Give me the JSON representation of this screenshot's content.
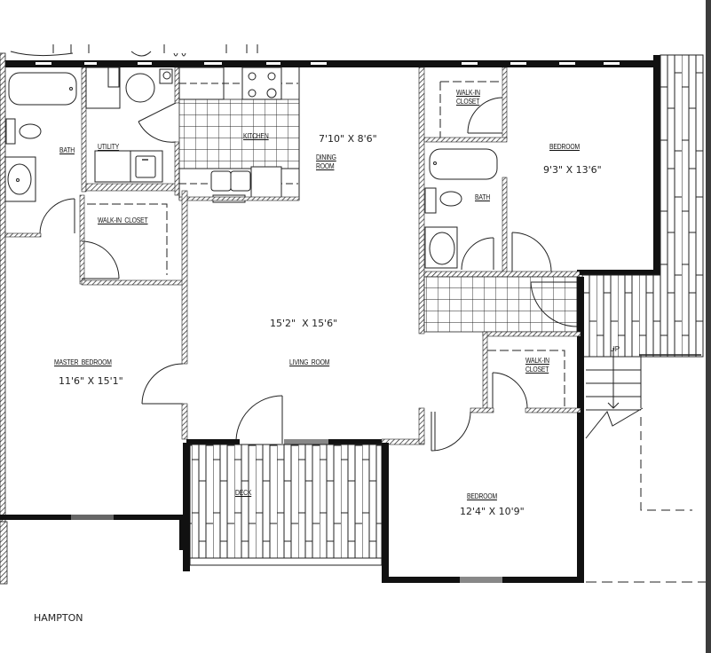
{
  "plan": {
    "title": "HAMPTON",
    "rooms": [
      {
        "id": "bath-master",
        "label": "BATH",
        "dimensions": ""
      },
      {
        "id": "utility",
        "label": "UTILITY",
        "dimensions": ""
      },
      {
        "id": "kitchen",
        "label": "KITCHEN",
        "dimensions": ""
      },
      {
        "id": "dining-room",
        "label": "DINING\nROOM",
        "dimensions": "7'10\" X 8'6\""
      },
      {
        "id": "walk-in-closet-bedroom2",
        "label": "WALK-IN\nCLOSET",
        "dimensions": ""
      },
      {
        "id": "bedroom-2",
        "label": "BEDROOM",
        "dimensions": "9'3\" X 13'6\""
      },
      {
        "id": "bath-2",
        "label": "BATH",
        "dimensions": ""
      },
      {
        "id": "walk-in-closet-master",
        "label": "WALK-IN  CLOSET",
        "dimensions": ""
      },
      {
        "id": "living-room",
        "label": "LIVING  ROOM",
        "dimensions": "15'2\"  X 15'6\""
      },
      {
        "id": "master-bedroom",
        "label": "MASTER  BEDROOM",
        "dimensions": "11'6\" X 15'1\""
      },
      {
        "id": "walk-in-closet-bedroom3",
        "label": "WALK-IN\nCLOSET",
        "dimensions": ""
      },
      {
        "id": "deck",
        "label": "DECK",
        "dimensions": ""
      },
      {
        "id": "bedroom-3",
        "label": "BEDROOM",
        "dimensions": "12'4\" X 10'9\""
      }
    ],
    "stairs_label": "UP",
    "colors": {
      "wall": "#1a1a1a",
      "line": "#222222",
      "background": "#ffffff",
      "edge": "#3c3c3c"
    }
  }
}
